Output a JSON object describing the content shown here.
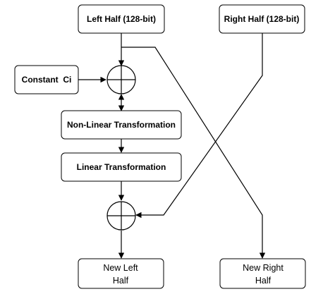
{
  "boxes": {
    "left_half": "Left Half (128-bit)",
    "right_half": "Right Half (128-bit)",
    "constant": "Constant  Ci",
    "nonlinear": "Non-Linear Transformation",
    "linear": "Linear Transformation",
    "new_left": [
      "New Left",
      "Half"
    ],
    "new_right": [
      "New Right",
      "Half"
    ]
  },
  "operators": {
    "xor_symbol": "xor-icon"
  },
  "colors": {
    "stroke": "#000000",
    "background": "#ffffff"
  }
}
